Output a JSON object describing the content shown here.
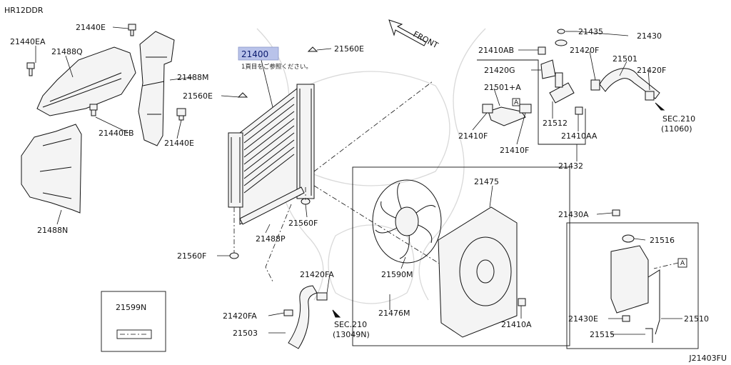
{
  "diagram": {
    "model_code": "HR12DDR",
    "figure_code": "J21403FU",
    "direction_label": "FRONT",
    "radiator_note": "1頁目をご参照ください。",
    "box_marker": "A",
    "parts": {
      "p21400": "21400",
      "p21440EA": "21440EA",
      "p21488Q": "21488Q",
      "p21440E_top": "21440E",
      "p21488M": "21488M",
      "p21440EB": "21440EB",
      "p21440E_bot": "21440E",
      "p21488N": "21488N",
      "p21560E_top": "21560E",
      "p21560E_mid": "21560E",
      "p21560F_a": "21560F",
      "p21488P": "21488P",
      "p21560F_b": "21560F",
      "p21435": "21435",
      "p21430": "21430",
      "p21410AB": "21410AB",
      "p21420F_a": "21420F",
      "p21501": "21501",
      "p21420F_b": "21420F",
      "p21420G": "21420G",
      "p21501A": "21501+A",
      "p21512": "21512",
      "p21410AA": "21410AA",
      "p21410F_a": "21410F",
      "p21410F_b": "21410F",
      "p21432": "21432",
      "sec_right_1": "SEC.210",
      "sec_right_2": "(11060)",
      "p21475": "21475",
      "p21590M": "21590M",
      "p21476M": "21476M",
      "p21410A": "21410A",
      "p21420FA_a": "21420FA",
      "p21420FA_b": "21420FA",
      "p21503": "21503",
      "sec_bottom_1": "SEC.210",
      "sec_bottom_2": "(13049N)",
      "p21599N": "21599N",
      "p21430A": "21430A",
      "p21516": "21516",
      "p21430E": "21430E",
      "p21515": "21515",
      "p21510": "21510"
    }
  }
}
